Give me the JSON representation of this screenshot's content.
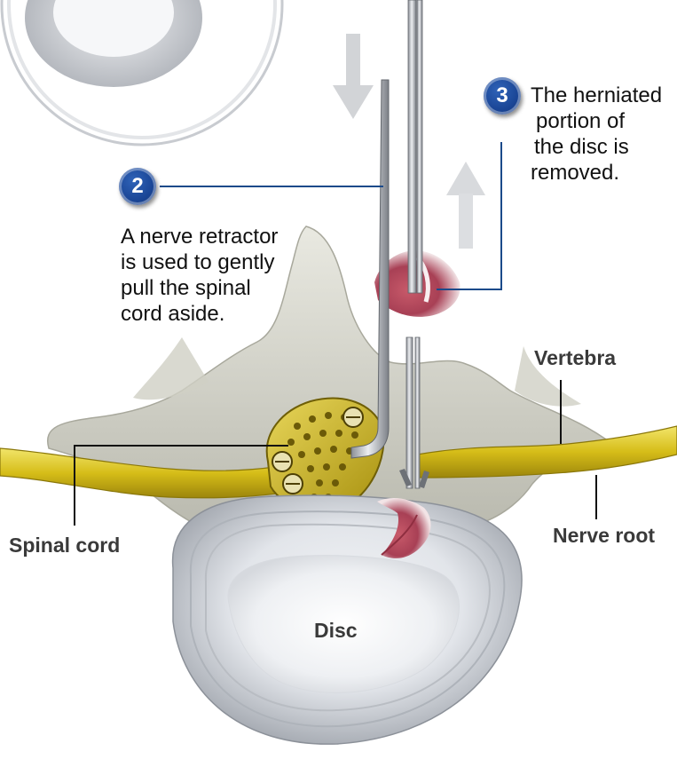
{
  "step2": {
    "number": "2",
    "lines": [
      "A nerve retractor",
      "is used to gently",
      "pull the spinal",
      "cord aside."
    ]
  },
  "step3": {
    "number": "3",
    "lines": [
      "The herniated",
      "portion of",
      "the disc is",
      "removed."
    ]
  },
  "labels": {
    "vertebra": "Vertebra",
    "nerve_root": "Nerve root",
    "spinal_cord": "Spinal cord",
    "disc": "Disc"
  },
  "colors": {
    "badge": "#1a4595",
    "leader_blue": "#1b4a8a",
    "leader_black": "#111111",
    "nerve": "#d9c21a",
    "disc": "#c9ced6",
    "bone": "#dcdcd2",
    "herniation": "#b0485a"
  },
  "icons": {
    "arrow_down": "down-arrow-icon",
    "arrow_up": "up-arrow-icon"
  }
}
